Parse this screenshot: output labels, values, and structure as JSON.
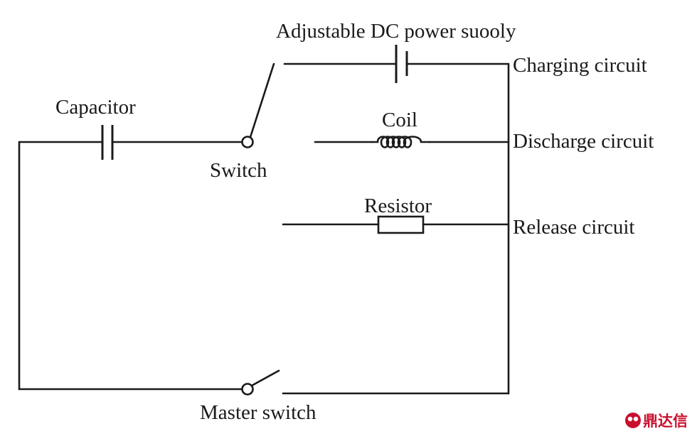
{
  "labels": {
    "power_supply": "Adjustable DC power suooly",
    "charging": "Charging circuit",
    "capacitor": "Capacitor",
    "coil": "Coil",
    "discharge": "Discharge circuit",
    "switch": "Switch",
    "resistor": "Resistor",
    "release": "Release circuit",
    "master_switch": "Master switch"
  },
  "watermark": {
    "text": "鼎达信",
    "color": "#c8102e"
  },
  "colors": {
    "line": "#1a1a1a",
    "background": "#ffffff"
  }
}
